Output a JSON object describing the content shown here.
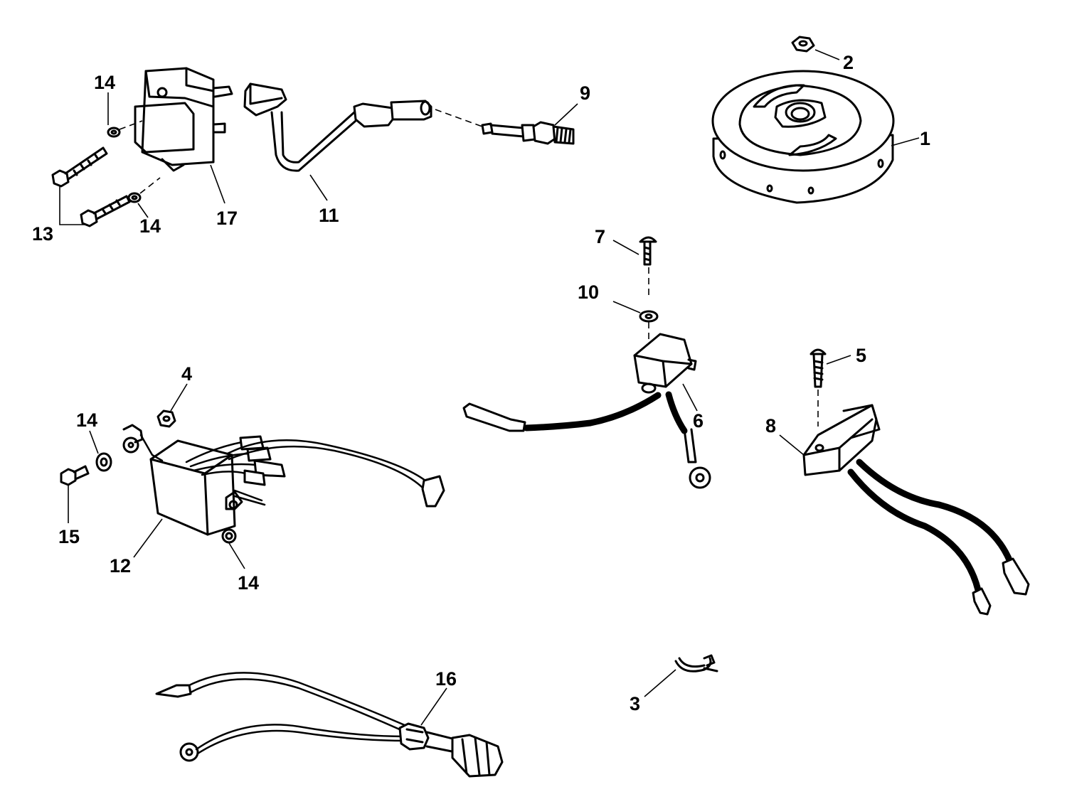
{
  "callouts": {
    "c1": "1",
    "c2": "2",
    "c3": "3",
    "c4": "4",
    "c5": "5",
    "c6": "6",
    "c7": "7",
    "c8": "8",
    "c9": "9",
    "c10": "10",
    "c11": "11",
    "c12": "12",
    "c13": "13",
    "c14a": "14",
    "c14b": "14",
    "c14c": "14",
    "c14d": "14",
    "c15": "15",
    "c16": "16",
    "c17": "17"
  }
}
